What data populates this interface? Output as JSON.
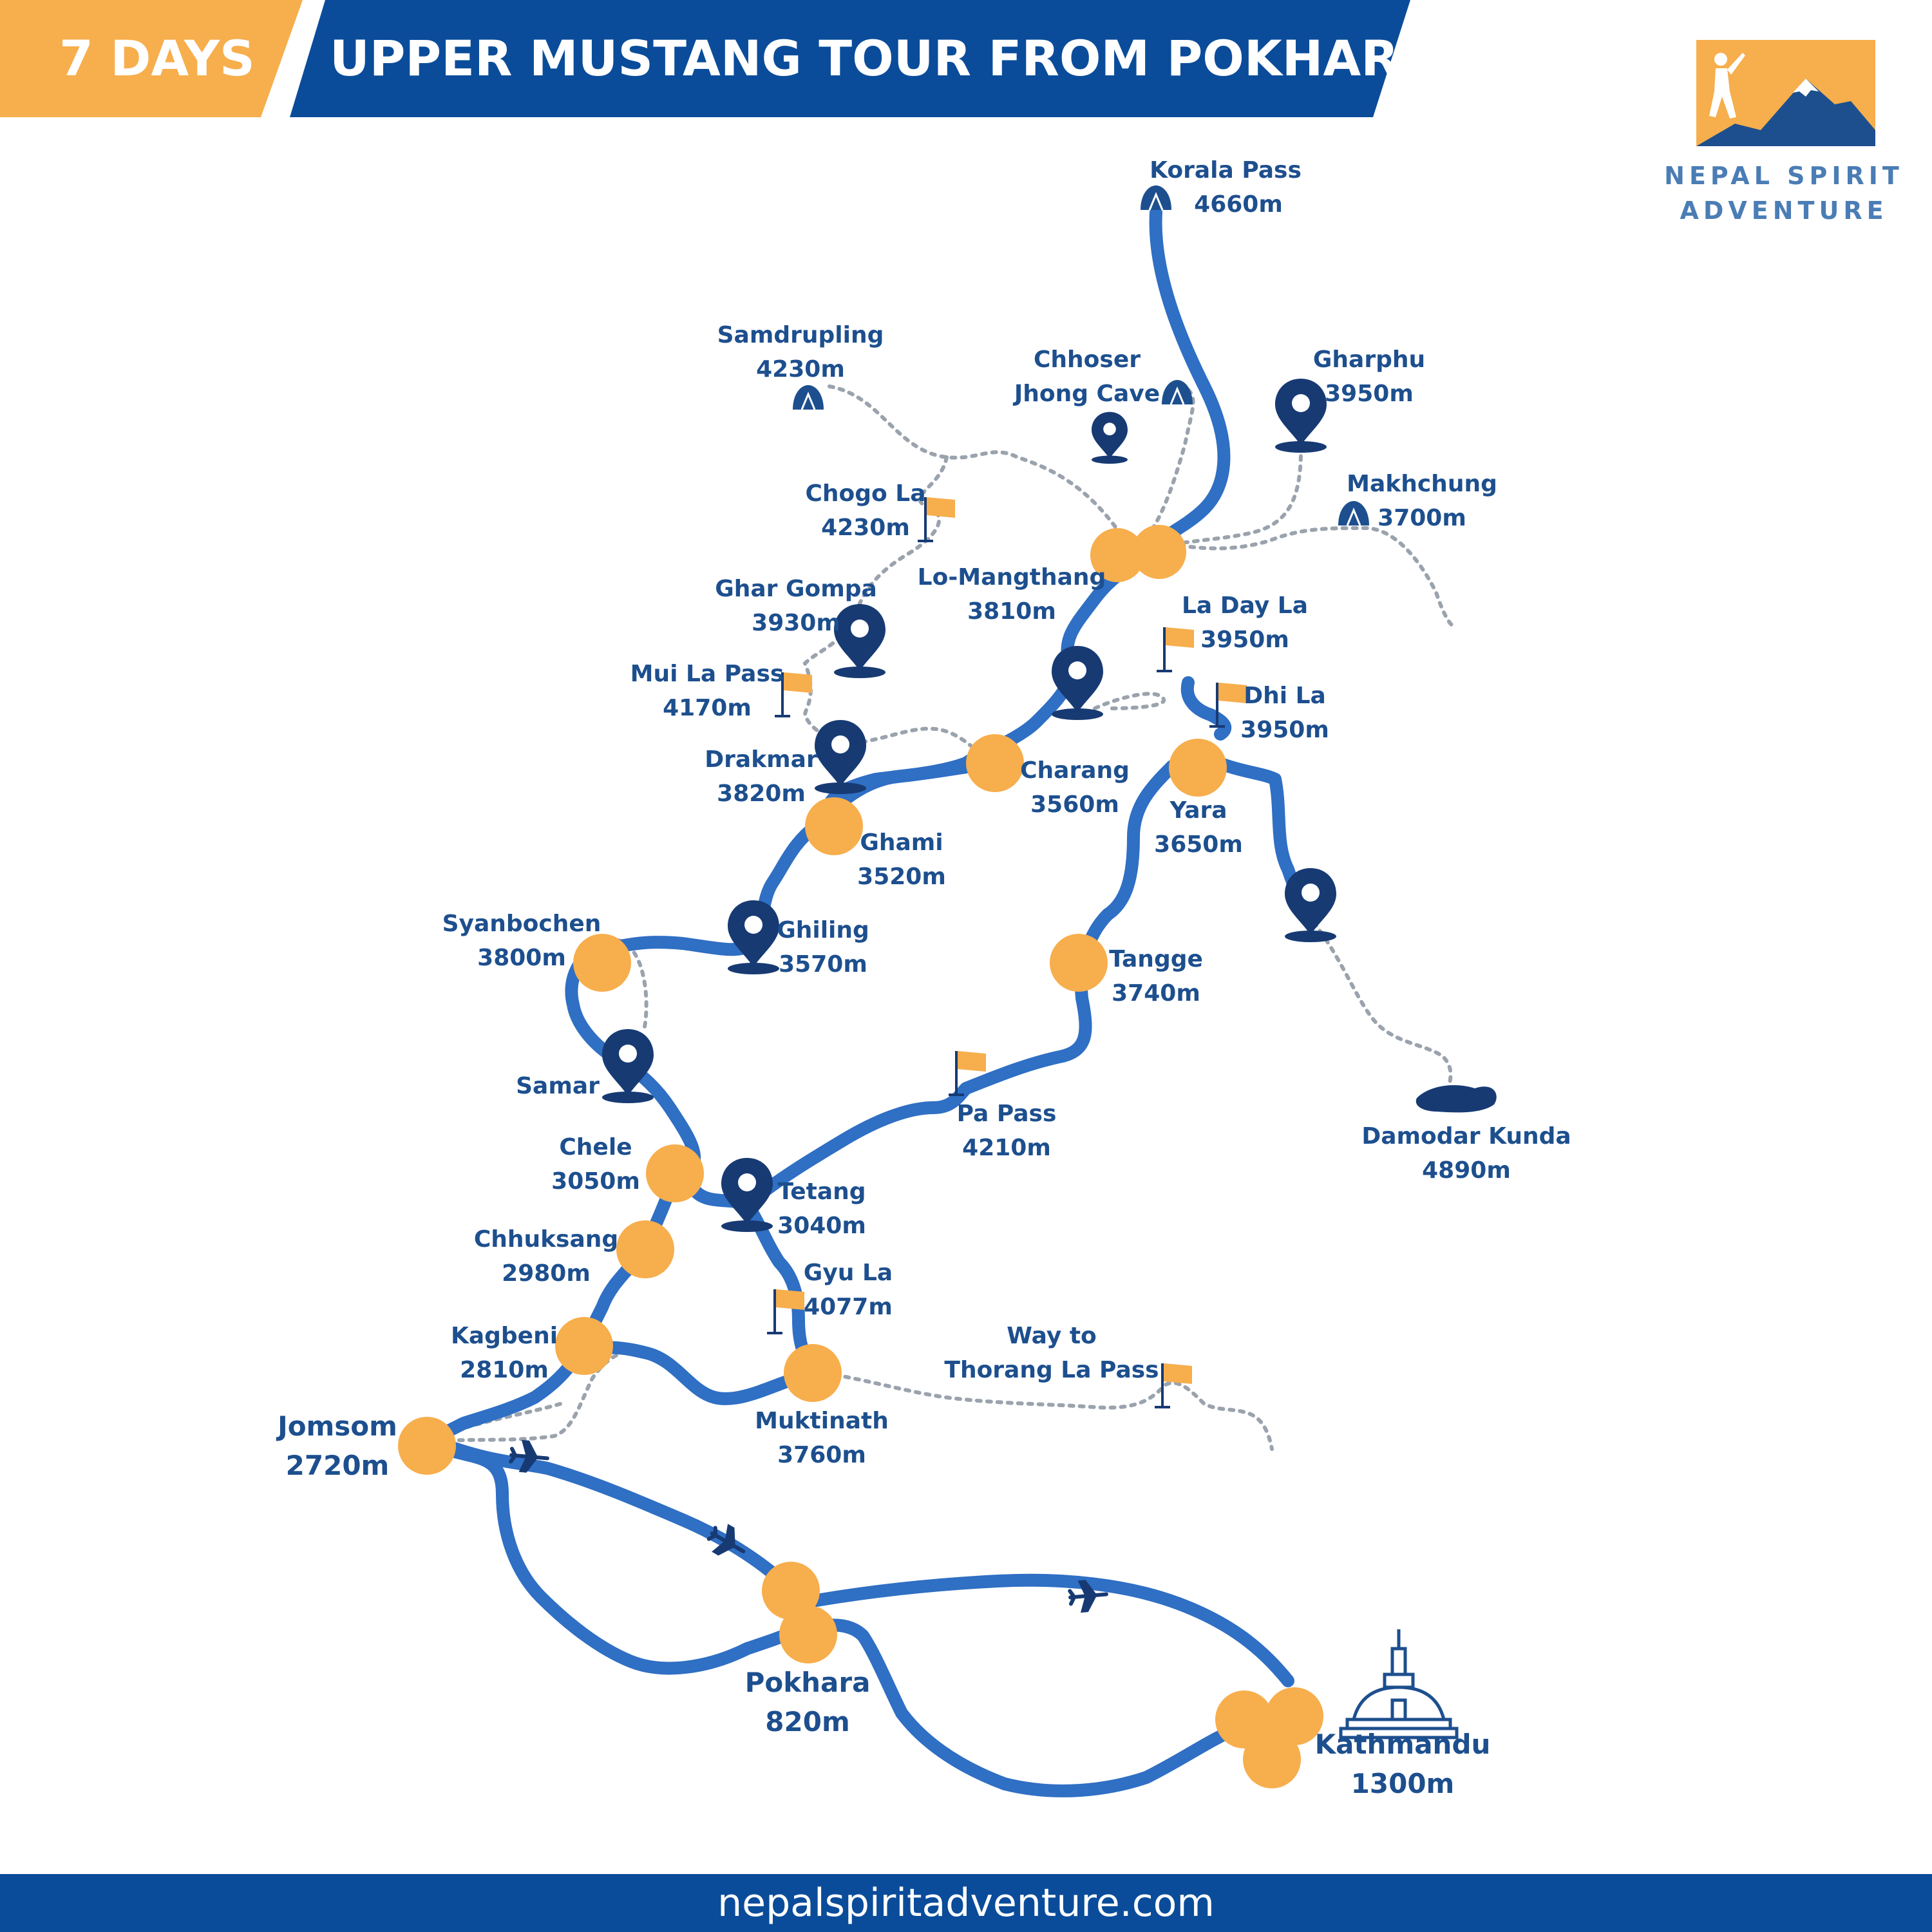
{
  "header": {
    "days_label": "7 DAYS",
    "title": "UPPER MUSTANG TOUR FROM POKHARA"
  },
  "brand": {
    "line1": "NEPAL SPIRIT",
    "line2": "ADVENTURE",
    "logo_icon": "hiker-mountain-logo"
  },
  "footer": {
    "url": "nepalspiritadventure.com"
  },
  "colors": {
    "route": "#2f6fc4",
    "stop": "#f7ae4c",
    "text": "#1d4f8e",
    "banner_blue": "#0a4c9a",
    "banner_orange": "#f7ae4c",
    "marker": "#173a73",
    "trail": "#9aa3ad"
  },
  "places": [
    {
      "id": "korala-pass",
      "name": "Korala Pass",
      "elev": "4660m",
      "icon": "mountain-icon"
    },
    {
      "id": "samdrupling",
      "name": "Samdrupling",
      "elev": "4230m",
      "icon": "mountain-icon"
    },
    {
      "id": "chhoser",
      "name": "Chhoser",
      "name2": "Jhong Cave",
      "icon": "mountain-icon"
    },
    {
      "id": "gharphu",
      "name": "Gharphu",
      "elev": "3950m",
      "icon": "location-pin-icon"
    },
    {
      "id": "makhchung",
      "name": "Makhchung",
      "elev": "3700m",
      "icon": "mountain-icon"
    },
    {
      "id": "chogo-la",
      "name": "Chogo La",
      "elev": "4230m",
      "icon": "flag-icon"
    },
    {
      "id": "lo-mangthang",
      "name": "Lo-Mangthang",
      "elev": "3810m",
      "icon": "stop-dot"
    },
    {
      "id": "ghar-gompa",
      "name": "Ghar Gompa",
      "elev": "3930m",
      "icon": "location-pin-icon"
    },
    {
      "id": "la-day-la",
      "name": "La Day La",
      "elev": "3950m",
      "icon": "flag-icon"
    },
    {
      "id": "mui-la-pass",
      "name": "Mui La Pass",
      "elev": "4170m",
      "icon": "flag-icon"
    },
    {
      "id": "dhi-la",
      "name": "Dhi La",
      "elev": "3950m",
      "icon": "flag-icon"
    },
    {
      "id": "drakmar",
      "name": "Drakmar",
      "elev": "3820m",
      "icon": "location-pin-icon"
    },
    {
      "id": "charang",
      "name": "Charang",
      "elev": "3560m",
      "icon": "stop-dot"
    },
    {
      "id": "yara",
      "name": "Yara",
      "elev": "3650m",
      "icon": "stop-dot"
    },
    {
      "id": "ghami",
      "name": "Ghami",
      "elev": "3520m",
      "icon": "stop-dot"
    },
    {
      "id": "syanbochen",
      "name": "Syanbochen",
      "elev": "3800m",
      "icon": "stop-dot"
    },
    {
      "id": "ghiling",
      "name": "Ghiling",
      "elev": "3570m",
      "icon": "location-pin-icon"
    },
    {
      "id": "tangge",
      "name": "Tangge",
      "elev": "3740m",
      "icon": "stop-dot"
    },
    {
      "id": "samar",
      "name": "Samar",
      "icon": "location-pin-icon"
    },
    {
      "id": "pa-pass",
      "name": "Pa Pass",
      "elev": "4210m",
      "icon": "flag-icon"
    },
    {
      "id": "damodar-kunda",
      "name": "Damodar Kunda",
      "elev": "4890m",
      "icon": "lake-icon"
    },
    {
      "id": "chele",
      "name": "Chele",
      "elev": "3050m",
      "icon": "stop-dot"
    },
    {
      "id": "tetang",
      "name": "Tetang",
      "elev": "3040m",
      "icon": "location-pin-icon"
    },
    {
      "id": "chhuksang",
      "name": "Chhuksang",
      "elev": "2980m",
      "icon": "stop-dot"
    },
    {
      "id": "gyu-la",
      "name": "Gyu La",
      "elev": "4077m",
      "icon": "flag-icon"
    },
    {
      "id": "kagbeni",
      "name": "Kagbeni",
      "elev": "2810m",
      "icon": "stop-dot"
    },
    {
      "id": "thorang",
      "name": "Way to",
      "name2": "Thorang La Pass",
      "icon": "flag-icon"
    },
    {
      "id": "jomsom",
      "name": "Jomsom",
      "elev": "2720m",
      "icon": "stop-dot"
    },
    {
      "id": "muktinath",
      "name": "Muktinath",
      "elev": "3760m",
      "icon": "stop-dot"
    },
    {
      "id": "pokhara",
      "name": "Pokhara",
      "elev": "820m",
      "icon": "stop-dot"
    },
    {
      "id": "kathmandu",
      "name": "Kathmandu",
      "elev": "1300m",
      "icon": "stupa-icon"
    }
  ]
}
